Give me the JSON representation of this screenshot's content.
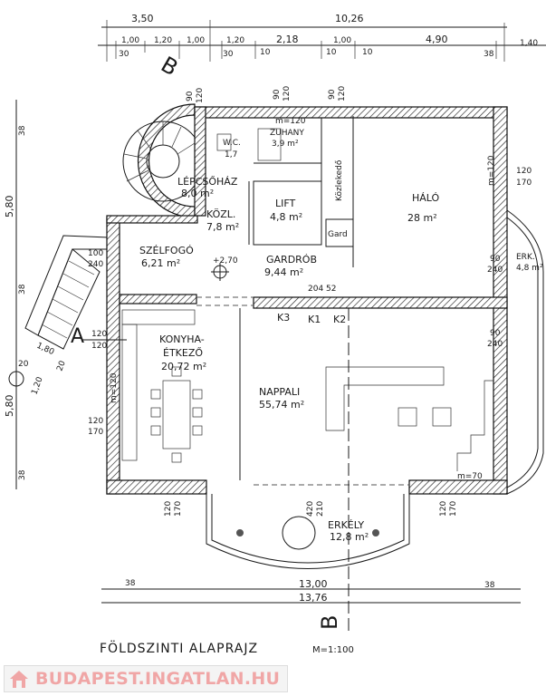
{
  "title": "FÖLDSZINTI ALAPRAJZ",
  "scale": "M=1:100",
  "watermark": "BUDAPEST.INGATLAN.HU",
  "dimensions": {
    "top_overall": [
      "3,50",
      "10,26"
    ],
    "top_segments": [
      "1,00",
      "1,20",
      "1,00",
      "1,20",
      "2,18",
      "1,00",
      "4,90",
      "1,40"
    ],
    "top_small": [
      "30",
      "30",
      "10",
      "10",
      "10",
      "38"
    ],
    "bottom_inner": "13,00",
    "bottom_overall": "13,76",
    "bottom_small": [
      "38",
      "38"
    ],
    "left": [
      "38",
      "5,80",
      "38",
      "5,80",
      "38"
    ],
    "stair": [
      "1,80",
      "20",
      "20",
      "1,20"
    ]
  },
  "openings": {
    "top": [
      [
        "90",
        "120"
      ],
      [
        "90",
        "120"
      ],
      [
        "90",
        "120"
      ]
    ],
    "left": [
      [
        "100",
        "240"
      ],
      [
        "120",
        "120"
      ],
      [
        "120",
        "170"
      ]
    ],
    "right": [
      [
        "120",
        "170"
      ],
      [
        "90",
        "240"
      ],
      [
        "90",
        "240"
      ]
    ],
    "bottom": [
      [
        "120",
        "170"
      ],
      [
        "420",
        "210"
      ],
      [
        "120",
        "170"
      ]
    ],
    "sill_notes": [
      "m=120",
      "m=120",
      "m=70",
      "m=120"
    ]
  },
  "rooms": {
    "stair": {
      "name": "LÉPCSŐHÁZ",
      "area": "8,0 m²"
    },
    "wc": {
      "name": "W.C.",
      "area": "1,7"
    },
    "shower": {
      "name": "ZUHANY",
      "area": "3,9 m²"
    },
    "corridor": {
      "name": "Közlekedő"
    },
    "bedroom": {
      "name": "HÁLÓ",
      "area": "28 m²"
    },
    "lift": {
      "name": "LIFT",
      "area": "4,8 m²"
    },
    "hall": {
      "name": "KÖZL.",
      "area": "7,8 m²"
    },
    "gard": {
      "name": "Gard"
    },
    "wardrobe": {
      "name": "GARDRÓB",
      "area": "9,44 m²"
    },
    "vestibule": {
      "name": "SZÉLFOGÓ",
      "area": "6,21 m²"
    },
    "kitchen": {
      "name1": "KONYHA-",
      "name2": "ÉTKEZŐ",
      "area": "20,72 m²"
    },
    "living": {
      "name": "NAPPALI",
      "area": "55,74 m²"
    },
    "balcony": {
      "name": "ERKÉLY",
      "area": "12,8 m²"
    },
    "side_balcony": {
      "name": "ERK.",
      "area": "4,8 m²"
    }
  },
  "markers": {
    "level": "+2,70",
    "chimney_dim": "204 52",
    "chimneys": [
      "K3",
      "K1",
      "K2"
    ],
    "section_a": "A",
    "section_b": "B"
  }
}
